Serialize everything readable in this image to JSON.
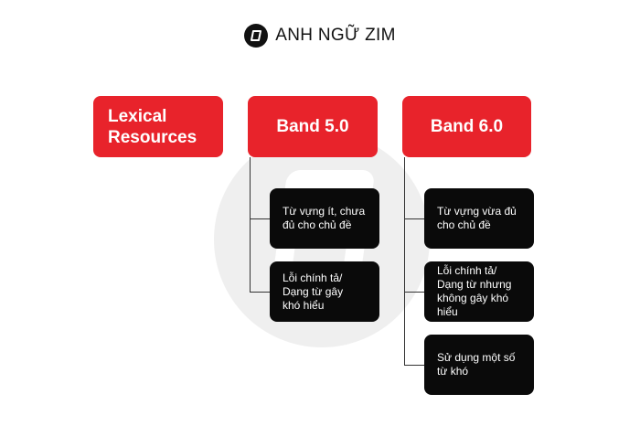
{
  "brand": {
    "name": "ANH NGỮ ZIM",
    "logo_icon": "zim-logo-icon"
  },
  "header": {
    "lexical_line1": "Lexical",
    "lexical_line2": "Resources",
    "band5": "Band 5.0",
    "band6": "Band 6.0"
  },
  "band5_items": [
    {
      "line1": "Từ vựng ít, chưa",
      "line2": "đủ cho chủ đề"
    },
    {
      "line1": "Lỗi chính tả/",
      "line2": "Dạng từ gây",
      "line3": "khó hiểu"
    }
  ],
  "band6_items": [
    {
      "line1": "Từ vựng vừa đủ",
      "line2": "cho chủ đề"
    },
    {
      "line1": "Lỗi chính tả/",
      "line2": "Dạng từ nhưng",
      "line3": "không gây khó",
      "line4": "hiểu"
    },
    {
      "line1": "Sử dụng một số",
      "line2": "từ khó"
    }
  ],
  "colors": {
    "red": "#e8232b",
    "black": "#0a0a0a",
    "connector": "#333333",
    "watermark": "#efefef"
  }
}
